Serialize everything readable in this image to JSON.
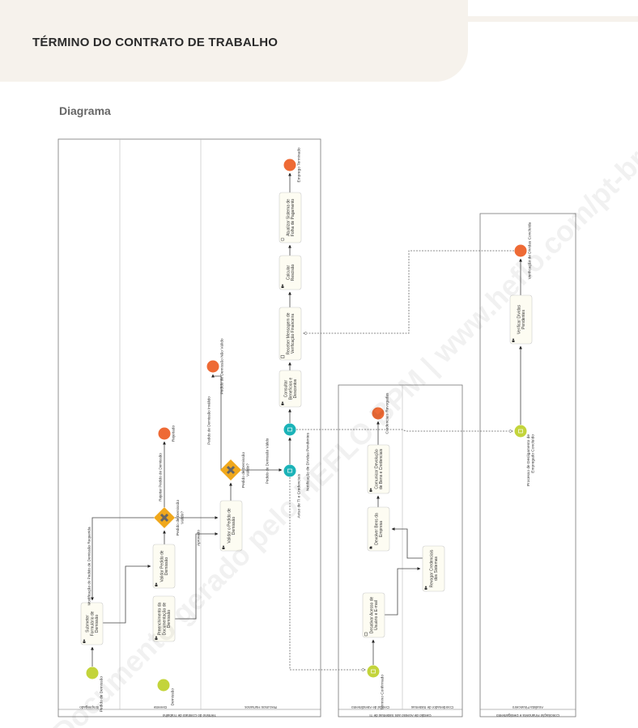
{
  "header": {
    "title": "TÉRMINO DO CONTRATO DE TRABALHO"
  },
  "section": {
    "title": "Diagrama"
  },
  "watermark": "Documento gerado pelo HEFLO BPM | www.heflo.com/pt-br",
  "colors": {
    "start": "#c3d43b",
    "end": "#ee6a35",
    "gateway": "#f0a81c",
    "message": "#1bb3b8",
    "task_fill": "#fdfcf2"
  },
  "pools": [
    {
      "id": "p1",
      "label": "Término do Contrato de Trabalho",
      "lanes": [
        "Empregado",
        "Gerente",
        "Recursos Humanos"
      ]
    },
    {
      "id": "p2",
      "label": "Gestão de Acesso aos Sistemas de TI",
      "lanes": [
        "Central de Atendimento",
        "Coordenador de Sistemas"
      ]
    },
    {
      "id": "p3",
      "label": "Conciliação Financeira e Desligamento",
      "lanes": [
        "Analista Financeiro"
      ]
    }
  ],
  "nodes": [
    {
      "id": "s1",
      "type": "start",
      "label": [
        "Pedido de Demissão"
      ]
    },
    {
      "id": "t1",
      "type": "task",
      "icon": "user",
      "label": [
        "Submeter",
        "Formulário de",
        "Demissão"
      ]
    },
    {
      "id": "s2",
      "type": "start",
      "label": [
        "Demissão"
      ]
    },
    {
      "id": "t2",
      "type": "task",
      "icon": "user",
      "label": [
        "Preenchimento da",
        "Documentação de",
        "Demissão"
      ]
    },
    {
      "id": "t3",
      "type": "task",
      "icon": "user",
      "label": [
        "Validar Pedido de",
        "Demissão"
      ]
    },
    {
      "id": "g1",
      "type": "gateway",
      "label": [
        "Pedido de Demissão",
        "Válido?"
      ]
    },
    {
      "id": "e1",
      "type": "end",
      "label": [
        "Rejeitado"
      ]
    },
    {
      "id": "t4",
      "type": "task",
      "icon": "user",
      "label": [
        "Validar o Pedido de",
        "Demissão"
      ]
    },
    {
      "id": "g2",
      "type": "gateway",
      "label": [
        "Pedido de Demissão",
        "Válido?"
      ]
    },
    {
      "id": "e2",
      "type": "end",
      "label": [
        "Pedido de Demissão Não Válido"
      ]
    },
    {
      "id": "m1",
      "type": "message",
      "label": [
        "Aviso de TI e Credenciais"
      ]
    },
    {
      "id": "m2",
      "type": "message",
      "label": [
        "Notificação de Dívidas Pendentes"
      ]
    },
    {
      "id": "t5",
      "type": "task",
      "icon": "user",
      "label": [
        "Consultar",
        "Benefícios e",
        "Descontos"
      ]
    },
    {
      "id": "t6",
      "type": "task",
      "icon": "mail",
      "label": [
        "Receber Mensagem de",
        "Verificação Financeira"
      ]
    },
    {
      "id": "t7",
      "type": "task",
      "icon": "user",
      "label": [
        "Calcular",
        "Rescisão"
      ]
    },
    {
      "id": "t8",
      "type": "task",
      "icon": "gear",
      "label": [
        "Atualizar Sistema de",
        "Folha de Pagamento"
      ]
    },
    {
      "id": "e3",
      "type": "end",
      "label": [
        "Emprego Terminado"
      ]
    },
    {
      "id": "s3",
      "type": "startmsg",
      "label": [
        "Término Confirmado"
      ]
    },
    {
      "id": "t9",
      "type": "task",
      "icon": "script",
      "label": [
        "Desativar Acesso de",
        "Usuário e E-mail"
      ]
    },
    {
      "id": "t10",
      "type": "task",
      "icon": "user",
      "label": [
        "Revogar Credenciais",
        "dos Sistemas"
      ]
    },
    {
      "id": "t11",
      "type": "task",
      "icon": "hand",
      "label": [
        "Devolver Bens da",
        "Empresa"
      ]
    },
    {
      "id": "t12",
      "type": "task",
      "icon": "user",
      "label": [
        "Comunicar Devolução",
        "de Bens e Credenciais"
      ]
    },
    {
      "id": "e4",
      "type": "end",
      "label": [
        "Credenciais Revogadas"
      ]
    },
    {
      "id": "s4",
      "type": "startmsg",
      "label": [
        "Processo de Desligamento de",
        "Empregado Concluído"
      ]
    },
    {
      "id": "t13",
      "type": "task",
      "icon": "user",
      "label": [
        "Verificar Dívidas",
        "Pendentes"
      ]
    },
    {
      "id": "e5",
      "type": "end",
      "label": [
        "Verificação de Dívidas Concluída"
      ]
    }
  ],
  "flow_labels": [
    {
      "id": "f1",
      "label": "Modificação do Pedido de Demissão Requerida"
    },
    {
      "id": "f2",
      "label": "Rejeitar Pedido de Demissão"
    },
    {
      "id": "f3",
      "label": "Aprovado"
    },
    {
      "id": "f4",
      "label": "Pedido de Demissão Inválido"
    },
    {
      "id": "f5",
      "label": "Pedido de Demissão Válido"
    }
  ]
}
